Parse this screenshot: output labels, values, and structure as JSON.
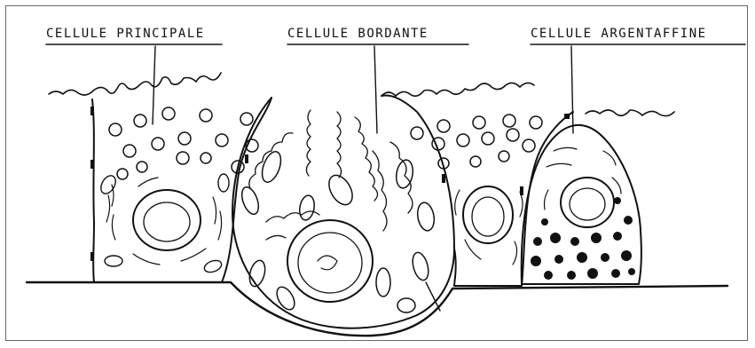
{
  "labels": {
    "principale": "CELLULE PRINCIPALE",
    "bordante": "CELLULE BORDANTE",
    "argentaffine": "CELLULE ARGENTAFFINE"
  },
  "colors": {
    "ink": "#111111",
    "paper": "#ffffff",
    "frame": "#666666"
  }
}
